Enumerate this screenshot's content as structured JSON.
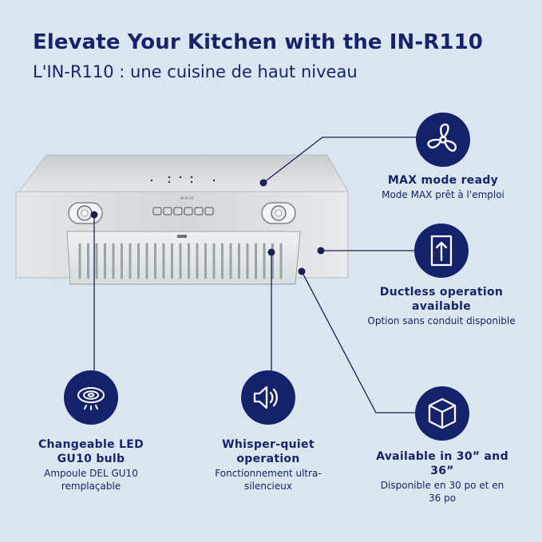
{
  "header": {
    "title": "Elevate Your Kitchen with the IN-R110",
    "subtitle": "L'IN-R110 : une cuisine de haut niveau"
  },
  "colors": {
    "background": "#dce6f0",
    "navy": "#13226b",
    "steel": "#d5dadd",
    "light_glow": "#bfe3ea"
  },
  "features": [
    {
      "icon": "fan-icon",
      "en": "MAX mode ready",
      "fr": "Mode MAX prêt à l'emploi"
    },
    {
      "icon": "ductless-icon",
      "en": "Ductless operation available",
      "fr": "Option sans conduit disponible"
    },
    {
      "icon": "box-icon",
      "en": "Available in 30” and 36”",
      "fr": "Disponible en 30 po et en 36 po"
    },
    {
      "icon": "led-bulb-icon",
      "en": "Changeable LED GU10 bulb",
      "fr": "Ampoule DEL GU10 remplaçable"
    },
    {
      "icon": "speaker-icon",
      "en": "Whisper-quiet operation",
      "fr": "Fonctionnement ultra-silencieux"
    }
  ]
}
